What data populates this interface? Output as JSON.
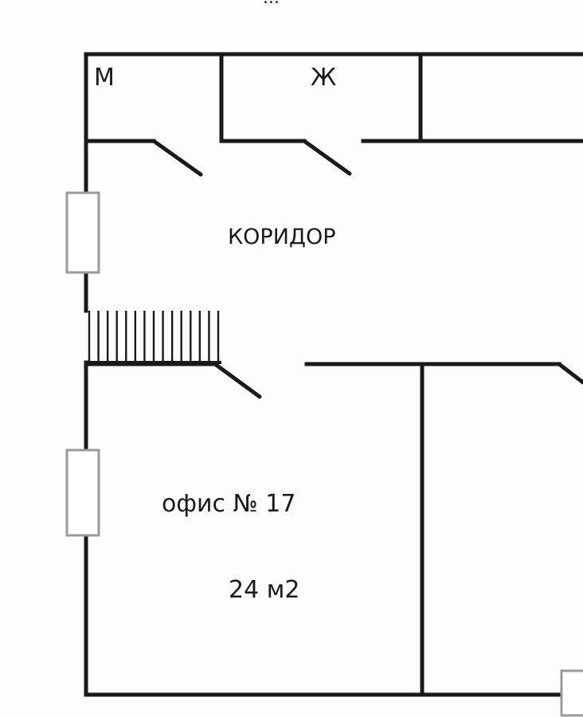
{
  "header_text_fragment": "...",
  "rooms": {
    "wc_men": {
      "label": "М"
    },
    "wc_women": {
      "label": "Ж"
    },
    "corridor": {
      "label": "КОРИДОР"
    },
    "office": {
      "label": "офис № 17",
      "area": "24 м2"
    }
  },
  "colors": {
    "wall": "#1a1a1a",
    "window": "#9a9a9a",
    "background": "#fdfdfd"
  }
}
